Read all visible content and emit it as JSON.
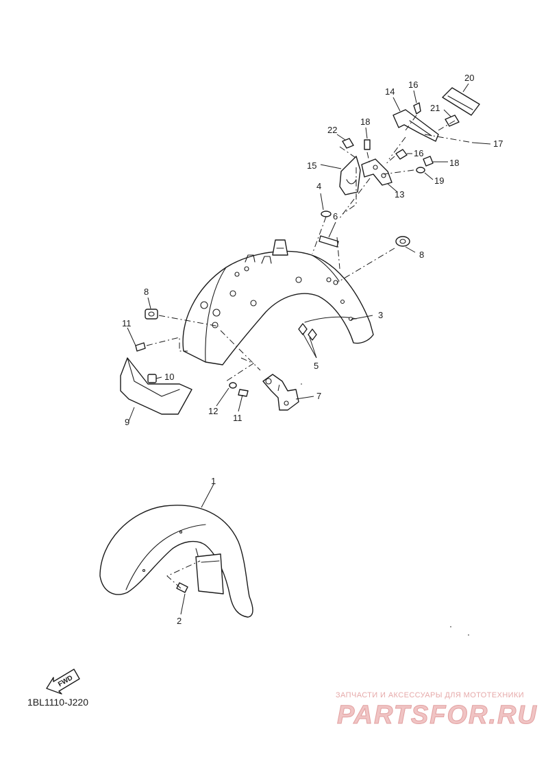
{
  "diagram_code": "1BL1110-J220",
  "fwd_label": "FWD",
  "watermark": {
    "tagline": "ЗАПЧАСТИ И АКСЕССУАРЫ ДЛЯ МОТОТЕХНИКИ",
    "brand": "PARTSFOR.RU"
  },
  "callouts": {
    "c1": "1",
    "c2": "2",
    "c3": "3",
    "c4": "4",
    "c5": "5",
    "c6": "6",
    "c7": "7",
    "c8a": "8",
    "c8b": "8",
    "c9": "9",
    "c10": "10",
    "c11a": "11",
    "c11b": "11",
    "c12": "12",
    "c13": "13",
    "c14": "14",
    "c15": "15",
    "c16a": "16",
    "c16b": "16",
    "c17": "17",
    "c18a": "18",
    "c18b": "18",
    "c19": "19",
    "c20": "20",
    "c21": "21",
    "c22": "22"
  }
}
